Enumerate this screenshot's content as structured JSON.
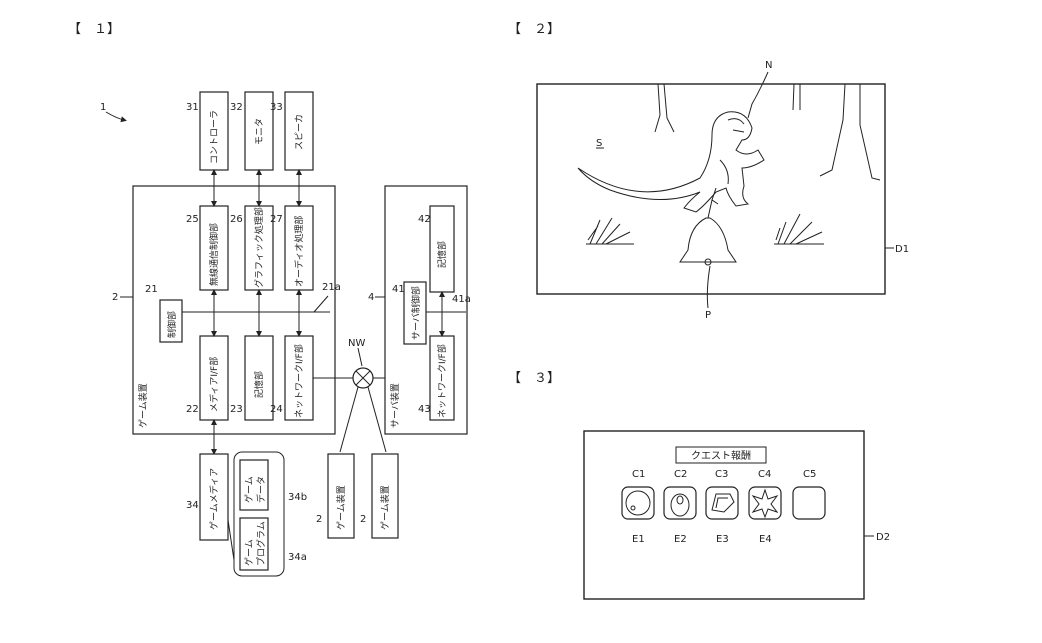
{
  "figures": {
    "fig1_label": "【　１】",
    "fig2_label": "【　２】",
    "fig3_label": "【　３】"
  },
  "fig1": {
    "system_ref": "1",
    "game_device_ref": "2",
    "game_device_label": "ゲーム装置",
    "controller": {
      "ref": "31",
      "label": "コントローラ"
    },
    "monitor": {
      "ref": "32",
      "label": "モニタ"
    },
    "speaker": {
      "ref": "33",
      "label": "スピーカ"
    },
    "wireless_comm": {
      "ref": "25",
      "label": "無線通信制御部"
    },
    "graphics": {
      "ref": "26",
      "label": "グラフィック処理部"
    },
    "audio": {
      "ref": "27",
      "label": "オーディオ処理部"
    },
    "control_unit": {
      "ref": "21",
      "label": "制御部"
    },
    "bus_ref": "21a",
    "media_if": {
      "ref": "22",
      "label": "メディアI/F部"
    },
    "storage": {
      "ref": "23",
      "label": "記憶部"
    },
    "network_if": {
      "ref": "24",
      "label": "ネットワークI/F部"
    },
    "game_media": {
      "ref": "34",
      "label": "ゲームメディア"
    },
    "game_data": {
      "ref": "34b",
      "label1": "ゲーム",
      "label2": "データ"
    },
    "game_program": {
      "ref": "34a",
      "label1": "ゲーム",
      "label2": "プログラム"
    },
    "network_ref": "NW",
    "server_device_ref": "4",
    "server_device_label": "サーバ装置",
    "server_control": {
      "ref": "41",
      "label": "サーバ制御部"
    },
    "server_bus_ref": "41a",
    "server_storage": {
      "ref": "42",
      "label": "記憶部"
    },
    "server_network_if": {
      "ref": "43",
      "label": "ネットワークI/F部"
    },
    "other_game_1": {
      "ref": "2",
      "label": "ゲーム装置"
    },
    "other_game_2": {
      "ref": "2",
      "label": "ゲーム装置"
    }
  },
  "fig2": {
    "screen_ref": "D1",
    "n_ref": "N",
    "s_ref": "S",
    "p_ref": "P"
  },
  "fig3": {
    "screen_ref": "D2",
    "button_label": "クエスト報酬",
    "slots": [
      {
        "c": "C1",
        "e": "E1",
        "icon": "circle-dot-icon"
      },
      {
        "c": "C2",
        "e": "E2",
        "icon": "target-icon"
      },
      {
        "c": "C3",
        "e": "E3",
        "icon": "pentagon-icon"
      },
      {
        "c": "C4",
        "e": "E4",
        "icon": "star-icon"
      },
      {
        "c": "C5",
        "e": "",
        "icon": "empty-slot-icon"
      }
    ]
  }
}
